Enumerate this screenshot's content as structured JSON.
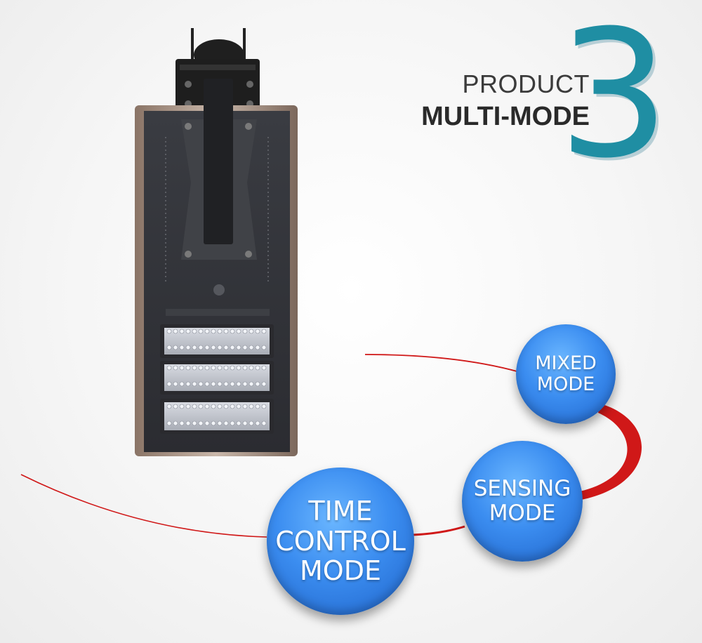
{
  "heading": {
    "line1": "PRODUCT",
    "line2": "MULTI-MODE",
    "number": "3"
  },
  "modes": [
    {
      "label": "MIXED\nMODE"
    },
    {
      "label": "SENSING\nMODE"
    },
    {
      "label": "TIME\nCONTROL\nMODE"
    }
  ],
  "colors": {
    "accent_teal": "#1f8ea3",
    "curve_red": "#d01818",
    "mode_blue": "#3b8df0"
  },
  "product_image": "solar-street-light"
}
